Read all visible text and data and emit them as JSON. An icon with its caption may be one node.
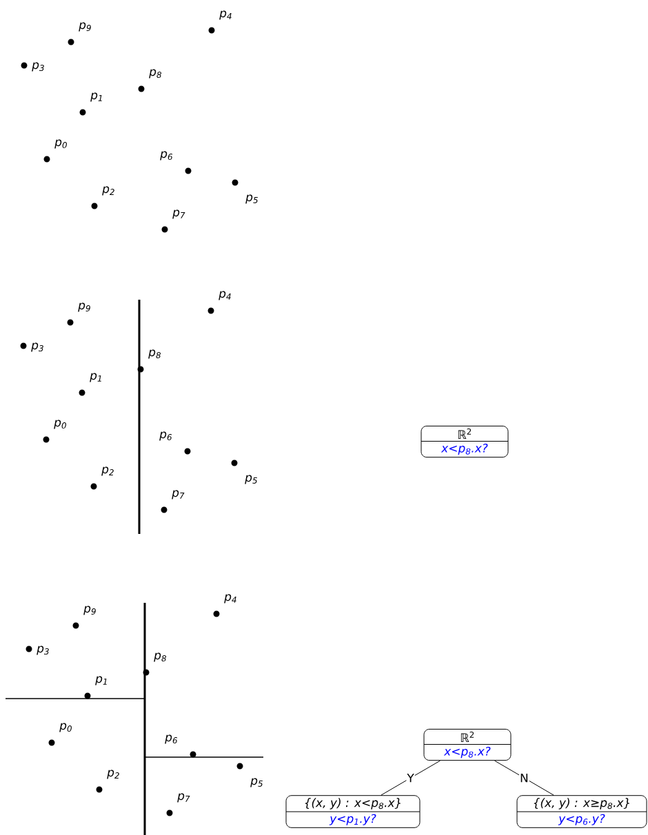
{
  "diagram": {
    "nodes": [
      {
        "text": [
          "ℝ$^{2}$",
          "x<p$_{8}$.x?"
        ]
      },
      {
        "text": [
          "ℝ$^{2}$",
          "x<p$_{8}$.x?"
        ]
      },
      {
        "text": [
          "{(x, y) : x<p$_{8}$.x}",
          "y<p$_{1}$.y?"
        ]
      },
      {
        "text": [
          "{(x, y) : x≥p$_{8}$.x}",
          "y<p$_{6}$.y?"
        ]
      }
    ],
    "edges": [
      {
        "from": 1,
        "to": 2,
        "arrow": "none",
        "label": "Y"
      },
      {
        "from": 1,
        "to": 3,
        "arrow": "none",
        "label": "N"
      }
    ],
    "labels": [
      "p$_{0}$",
      "p$_{1}$",
      "p$_{2}$",
      "p$_{3}$",
      "p$_{4}$",
      "p$_{5}$",
      "p$_{6}$",
      "p$_{7}$",
      "p$_{8}$",
      "p$_{9}$",
      "p$_{0}$",
      "p$_{1}$",
      "p$_{2}$",
      "p$_{3}$",
      "p$_{4}$",
      "p$_{5}$",
      "p$_{6}$",
      "p$_{7}$",
      "p$_{8}$",
      "p$_{9}$",
      "p$_{0}$",
      "p$_{1}$",
      "p$_{2}$",
      "p$_{3}$",
      "p$_{4}$",
      "p$_{5}$",
      "p$_{6}$",
      "p$_{7}$",
      "p$_{8}$",
      "p$_{9}$"
    ]
  }
}
